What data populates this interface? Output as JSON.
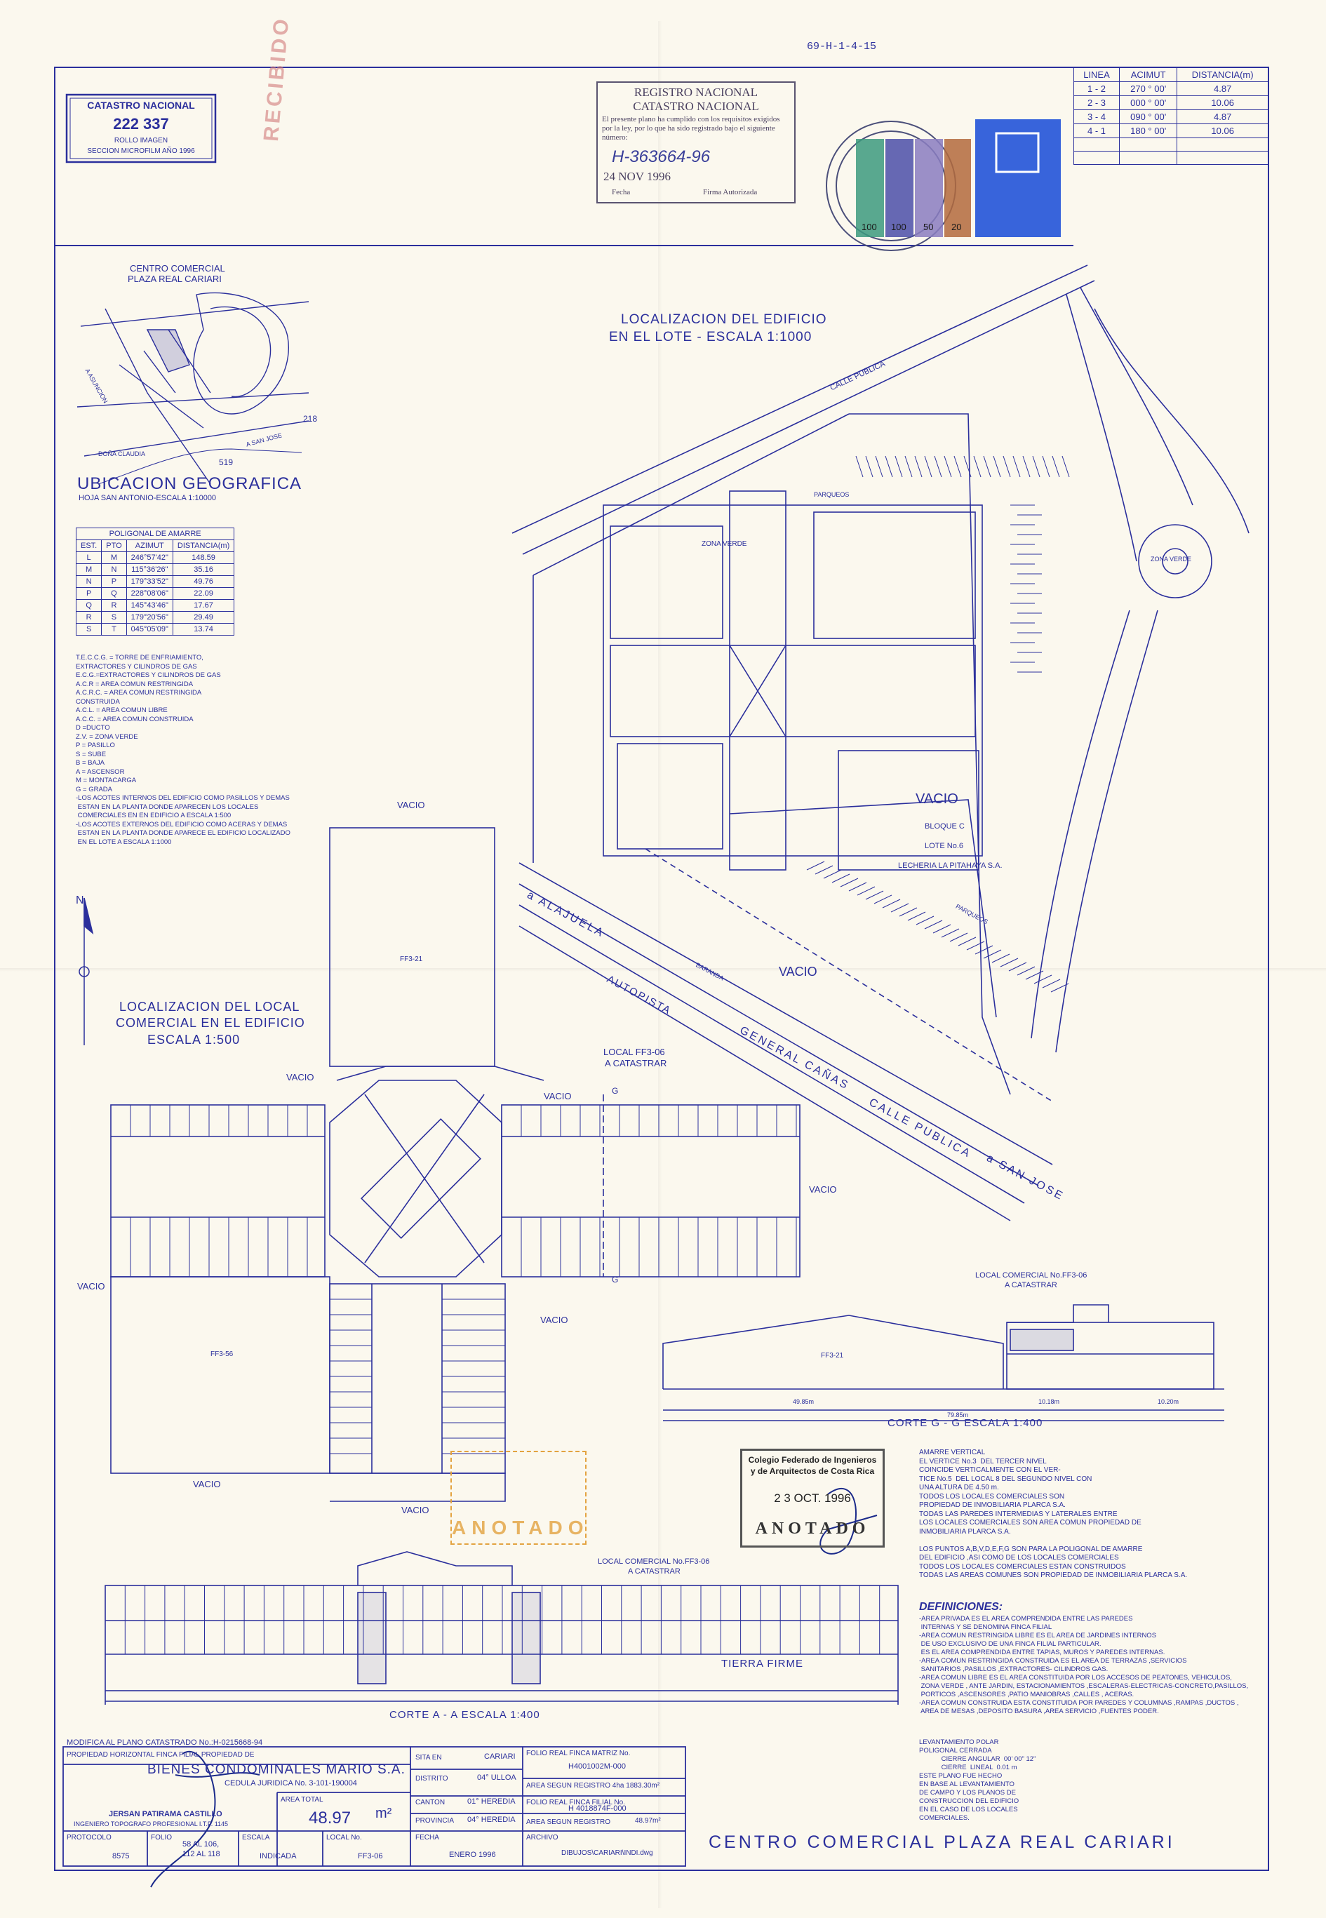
{
  "sheet_code": "69-H-1-4-15",
  "catastro_box": {
    "title": "CATASTRO NACIONAL",
    "number": "222 337",
    "roll": "ROLLO  IMAGEN",
    "section": "SECCION MICROFILM AÑO 1996"
  },
  "registro_stamp": {
    "title1": "REGISTRO NACIONAL",
    "title2": "CATASTRO NACIONAL",
    "text": "El presente plano ha cumplido con los requisitos exigidos por la ley, por lo que ha sido registrado bajo el siguiente número:",
    "number": "H-363664-96",
    "date": "24 NOV 1996",
    "fecha": "Fecha",
    "firma": "Firma Autorizada"
  },
  "received_stamp": "RECIBIDO",
  "stamp_values": [
    "100",
    "100",
    "50",
    "20"
  ],
  "linea_table": {
    "headers": [
      "LINEA",
      "ACIMUT",
      "DISTANCIA(m)"
    ],
    "rows": [
      [
        "1 - 2",
        "270 ° 00'",
        "4.87"
      ],
      [
        "2 - 3",
        "000 ° 00'",
        "10.06"
      ],
      [
        "3 - 4",
        "090 ° 00'",
        "4.87"
      ],
      [
        "4 - 1",
        "180 ° 00'",
        "10.06"
      ]
    ]
  },
  "location_map": {
    "label1": "CENTRO COMERCIAL",
    "label2": "PLAZA REAL CARIARI",
    "title": "UBICACION GEOGRAFICA",
    "subtitle": "HOJA SAN ANTONIO-ESCALA 1:10000",
    "n218": "218",
    "n519": "519",
    "dona": "DOÑA CLAUDIA",
    "sanjose": "A SAN JOSE",
    "asuncion": "A ASUNCION"
  },
  "poligonal": {
    "title": "POLIGONAL DE AMARRE",
    "headers": [
      "EST.",
      "PTO",
      "AZIMUT",
      "DISTANCIA(m)"
    ],
    "rows": [
      [
        "L",
        "M",
        "246°57'42\"",
        "148.59"
      ],
      [
        "M",
        "N",
        "115°36'26\"",
        "35.16"
      ],
      [
        "N",
        "P",
        "179°33'52\"",
        "49.76"
      ],
      [
        "P",
        "Q",
        "228°08'06\"",
        "22.09"
      ],
      [
        "Q",
        "R",
        "145°43'46\"",
        "17.67"
      ],
      [
        "R",
        "S",
        "179°20'56\"",
        "29.49"
      ],
      [
        "S",
        "T",
        "045°05'09\"",
        "13.74"
      ]
    ]
  },
  "legend_notes": "T.E.C.C.G. = TORRE DE ENFRIAMIENTO,\nEXTRACTORES Y CILINDROS DE GAS\nE.C.G.=EXTRACTORES Y CILINDROS DE GAS\nA.C.R = AREA COMUN RESTRINGIDA\nA.C.R.C. = AREA COMUN RESTRINGIDA\nCONSTRUIDA\nA.C.L. = AREA COMUN LIBRE\nA.C.C. = AREA COMUN CONSTRUIDA\nD =DUCTO\nZ.V. = ZONA VERDE\nP = PASILLO\nS = SUBE\nB = BAJA\nA = ASCENSOR\nM = MONTACARGA\nG = GRADA\n-LOS ACOTES INTERNOS DEL EDIFICIO COMO PASILLOS Y DEMAS\n ESTAN EN LA PLANTA DONDE APARECEN LOS LOCALES\n COMERCIALES EN EN EDIFICIO A ESCALA 1:500\n-LOS ACOTES EXTERNOS DEL EDIFICIO COMO ACERAS Y DEMAS\n ESTAN EN LA PLANTA DONDE APARECE EL EDIFICIO LOCALIZADO\n EN EL LOTE A ESCALA 1:1000",
  "site_plan": {
    "title1": "LOCALIZACION DEL EDIFICIO",
    "title2": "EN EL LOTE - ESCALA 1:1000",
    "calle_publica": "CALLE PUBLICA",
    "vacio": "VACIO",
    "bloque": "BLOQUE C",
    "lote6": "LOTE No.6",
    "lecheria": "LECHERIA LA PITAHAYA S.A.",
    "zona_verde": "ZONA VERDE",
    "parqueos": "PARQUEOS",
    "autopista": "AUTOPISTA",
    "general": "GENERAL  CAÑAS",
    "calle2": "CALLE PUBLICA",
    "sanjose": "a  SAN JOSE",
    "alajuela": "a  ALAJUELA",
    "baranda": "BARANDA"
  },
  "local_plan": {
    "title1": "LOCALIZACION DEL LOCAL",
    "title2": "COMERCIAL EN EL EDIFICIO",
    "title3": "ESCALA  1:500",
    "local_label": "LOCAL FF3-06",
    "a_catastrar": "A CATASTRAR",
    "vacio": "VACIO",
    "north": "N",
    "ff3_21": "FF3-21",
    "ff3_56": "FF3-56",
    "g": "G"
  },
  "section_gg": {
    "label1": "LOCAL COMERCIAL No.FF3-06",
    "label2": "A CATASTRAR",
    "title": "CORTE  G - G        ESCALA 1:400",
    "ff3_21": "FF3-21",
    "dims": [
      "49.85m",
      "79.85m",
      "10.18m",
      "10.20m"
    ]
  },
  "section_aa": {
    "label1": "LOCAL COMERCIAL No.FF3-06",
    "label2": "A CATASTRAR",
    "title": "CORTE  A - A        ESCALA 1:400",
    "tierra": "TIERRA FIRME"
  },
  "colegio_stamp": {
    "line1": "Colegio Federado de Ingenieros",
    "line2": "y de Arquitectos de Costa Rica",
    "date": "2 3 OCT. 1996",
    "anotado": "ANOTADO"
  },
  "anotado_orange": "ANOTADO",
  "right_notes": "AMARRE VERTICAL\nEL VERTICE No.3  DEL TERCER NIVEL\nCOINCIDE VERTICALMENTE CON EL VER-\nTICE No.5  DEL LOCAL 8 DEL SEGUNDO NIVEL CON\nUNA ALTURA DE 4.50 m.\nTODOS LOS LOCALES COMERCIALES SON\nPROPIEDAD DE INMOBILIARIA PLARCA S.A.\nTODAS LAS PAREDES INTERMEDIAS Y LATERALES ENTRE\nLOS LOCALES COMERCIALES SON AREA COMUN PROPIEDAD DE\nINMOBILIARIA PLARCA S.A.\n\nLOS PUNTOS A,B,V,D,E,F,G SON PARA LA POLIGONAL DE AMARRE\nDEL EDIFICIO ,ASI COMO DE LOS LOCALES COMERCIALES\nTODOS LOS LOCALES COMERCIALES ESTAN CONSTRUIDOS\nTODAS LAS AREAS COMUNES SON PROPIEDAD DE INMOBILIARIA PLARCA S.A.",
  "definiciones": {
    "title": "DEFINICIONES:",
    "text": "-AREA PRIVADA ES EL AREA COMPRENDIDA ENTRE LAS PAREDES\n INTERNAS Y SE DENOMINA FINCA FILIAL\n-AREA COMUN RESTRINGIDA LIBRE ES EL AREA DE JARDINES INTERNOS\n DE USO EXCLUSIVO DE UNA FINCA FILIAL PARTICULAR.\n ES EL AREA COMPRENDIDA ENTRE TAPIAS, MUROS Y PAREDES INTERNAS.\n-AREA COMUN RESTRINGIDA CONSTRUIDA ES EL AREA DE TERRAZAS ,SERVICIOS\n SANITARIOS ,PASILLOS ,EXTRACTORES- CILINDROS GAS.\n-AREA COMUN LIBRE ES EL AREA CONSTITUIDA POR LOS ACCESOS DE PEATONES, VEHICULOS,\n ZONA VERDE , ANTE JARDIN, ESTACIONAMIENTOS ,ESCALERAS-ELECTRICAS-CONCRETO,PASILLOS,\n PORTICOS ,ASCENSORES ,PATIO MANIOBRAS ,CALLES , ACERAS.\n-AREA COMUN CONSTRUIDA ESTA CONSTITUIDA POR PAREDES Y COLUMNAS ,RAMPAS ,DUCTOS ,\n AREA DE MESAS ,DEPOSITO BASURA ,AREA SERVICIO ,FUENTES PODER.",
    "levantamiento": "LEVANTAMIENTO POLAR\nPOLIGONAL CERRADA\n            CIERRE ANGULAR  00' 00\" 12\"\n            CIERRE  LINEAL  0.01 m\nESTE PLANO FUE HECHO\nEN BASE AL LEVANTAMIENTO\nDE CAMPO Y LOS PLANOS DE\nCONSTRUCCION DEL EDIFICIO\nEN EL CASO DE LOS LOCALES\nCOMERCIALES."
  },
  "title_block": {
    "modifica": "MODIFICA AL PLANO CATASTRADO No.:H-0215668-94",
    "propiedad": "PROPIEDAD HORIZONTAL FINCA FILIAL PROPIEDAD DE",
    "owner": "BIENES  CONDOMINALES MARIO S.A.",
    "cedula": "CEDULA JURIDICA No. 3-101-190004",
    "area_total_label": "AREA TOTAL",
    "area_value": "48.97",
    "area_unit": "m²",
    "ingeniero": "JERSAN PATIRAMA CASTILLO",
    "ing_title": "INGENIERO TOPOGRAFO  PROFESIONAL  I.T.P. 1145",
    "protocolo_label": "PROTOCOLO",
    "protocolo": "8575",
    "folio_label": "FOLIO",
    "folio": "58 AL 106,\n112 AL 118",
    "escala_label": "ESCALA",
    "escala": "INDICADA",
    "local_label": "LOCAL No.",
    "local": "FF3-06",
    "fecha_label": "FECHA",
    "fecha": "ENERO 1996",
    "sita_label": "SITA EN",
    "sita": "CARIARI",
    "distrito_label": "DISTRITO",
    "distrito": "04° ULLOA",
    "canton_label": "CANTON",
    "canton": "01° HEREDIA",
    "provincia_label": "PROVINCIA",
    "provincia": "04° HEREDIA",
    "folio_matriz_label": "FOLIO REAL FINCA MATRIZ No.",
    "folio_matriz": "H4001002M-000",
    "area_registro1": "AREA SEGUN REGISTRO  4ha 1883.30m²",
    "folio_filial_label": "FOLIO REAL FINCA FILIAL No.",
    "folio_filial": "H 4018874F-000",
    "area_registro2_label": "AREA SEGUN REGISTRO",
    "area_registro2": "48.97m²",
    "archivo_label": "ARCHIVO",
    "archivo": "DIBUJOS\\CARIARI\\INDI.dwg",
    "project": "CENTRO  COMERCIAL  PLAZA  REAL  CARIARI"
  }
}
